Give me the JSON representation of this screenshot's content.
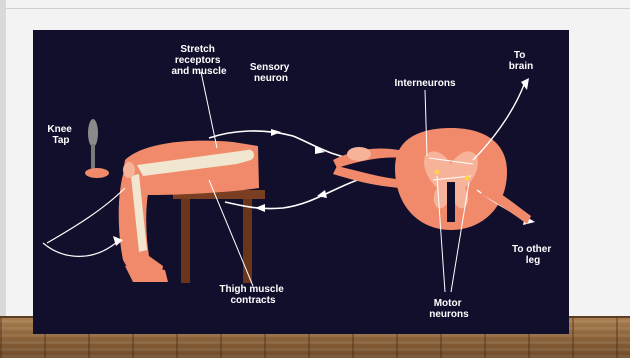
{
  "labels": {
    "stretch_line1": "Stretch",
    "stretch_line2": "receptors",
    "stretch_line3": "and muscle",
    "sensory_line1": "Sensory",
    "sensory_line2": "neuron",
    "interneurons": "Interneurons",
    "brain_line1": "To",
    "brain_line2": "brain",
    "knee_line1": "Knee",
    "knee_line2": "Tap",
    "other_line1": "To other",
    "other_line2": "leg",
    "thigh_line1": "Thigh muscle",
    "thigh_line2": "contracts",
    "motor_line1": "Motor",
    "motor_line2": "neurons"
  },
  "colors": {
    "background": "#120f2c",
    "tissue": "#f08a6a",
    "tissue_light": "#f7b39a",
    "bone": "#f1e6cf",
    "chair": "#7a3f22",
    "nerve": "#ffffff"
  }
}
